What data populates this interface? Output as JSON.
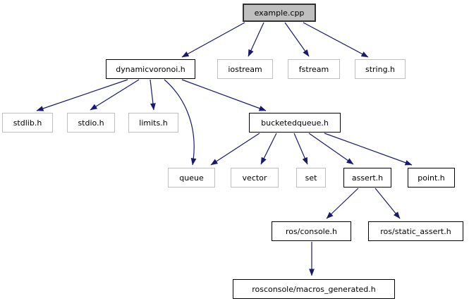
{
  "diagram": {
    "kind": "include-dependency-graph",
    "colors": {
      "background": "#ffffff",
      "edge": "#191970",
      "node_fill": "#ffffff",
      "root_fill": "#bfbfbf",
      "internal_border": "#000000",
      "external_border": "#bfbfbf",
      "text": "#000000"
    },
    "nodes": [
      {
        "id": "example-cpp",
        "label": "example.cpp",
        "type": "root"
      },
      {
        "id": "dynamicvoronoi-h",
        "label": "dynamicvoronoi.h",
        "type": "internal"
      },
      {
        "id": "iostream",
        "label": "iostream",
        "type": "external"
      },
      {
        "id": "fstream",
        "label": "fstream",
        "type": "external"
      },
      {
        "id": "string-h",
        "label": "string.h",
        "type": "external"
      },
      {
        "id": "stdlib-h",
        "label": "stdlib.h",
        "type": "external"
      },
      {
        "id": "stdio-h",
        "label": "stdio.h",
        "type": "external"
      },
      {
        "id": "limits-h",
        "label": "limits.h",
        "type": "external"
      },
      {
        "id": "bucketedqueue-h",
        "label": "bucketedqueue.h",
        "type": "internal"
      },
      {
        "id": "queue",
        "label": "queue",
        "type": "external"
      },
      {
        "id": "vector",
        "label": "vector",
        "type": "external"
      },
      {
        "id": "set",
        "label": "set",
        "type": "external"
      },
      {
        "id": "assert-h",
        "label": "assert.h",
        "type": "internal"
      },
      {
        "id": "point-h",
        "label": "point.h",
        "type": "internal"
      },
      {
        "id": "ros-console-h",
        "label": "ros/console.h",
        "type": "internal"
      },
      {
        "id": "ros-static-assert-h",
        "label": "ros/static_assert.h",
        "type": "internal"
      },
      {
        "id": "rosconsole-macros-generated-h",
        "label": "rosconsole/macros_generated.h",
        "type": "internal"
      }
    ],
    "edges": [
      {
        "from": "example.cpp",
        "to": "dynamicvoronoi.h"
      },
      {
        "from": "example.cpp",
        "to": "iostream"
      },
      {
        "from": "example.cpp",
        "to": "fstream"
      },
      {
        "from": "example.cpp",
        "to": "string.h"
      },
      {
        "from": "dynamicvoronoi.h",
        "to": "stdlib.h"
      },
      {
        "from": "dynamicvoronoi.h",
        "to": "stdio.h"
      },
      {
        "from": "dynamicvoronoi.h",
        "to": "limits.h"
      },
      {
        "from": "dynamicvoronoi.h",
        "to": "queue"
      },
      {
        "from": "dynamicvoronoi.h",
        "to": "bucketedqueue.h"
      },
      {
        "from": "bucketedqueue.h",
        "to": "queue"
      },
      {
        "from": "bucketedqueue.h",
        "to": "vector"
      },
      {
        "from": "bucketedqueue.h",
        "to": "set"
      },
      {
        "from": "bucketedqueue.h",
        "to": "assert.h"
      },
      {
        "from": "bucketedqueue.h",
        "to": "point.h"
      },
      {
        "from": "assert.h",
        "to": "ros/console.h"
      },
      {
        "from": "assert.h",
        "to": "ros/static_assert.h"
      },
      {
        "from": "ros/console.h",
        "to": "rosconsole/macros_generated.h"
      }
    ]
  }
}
